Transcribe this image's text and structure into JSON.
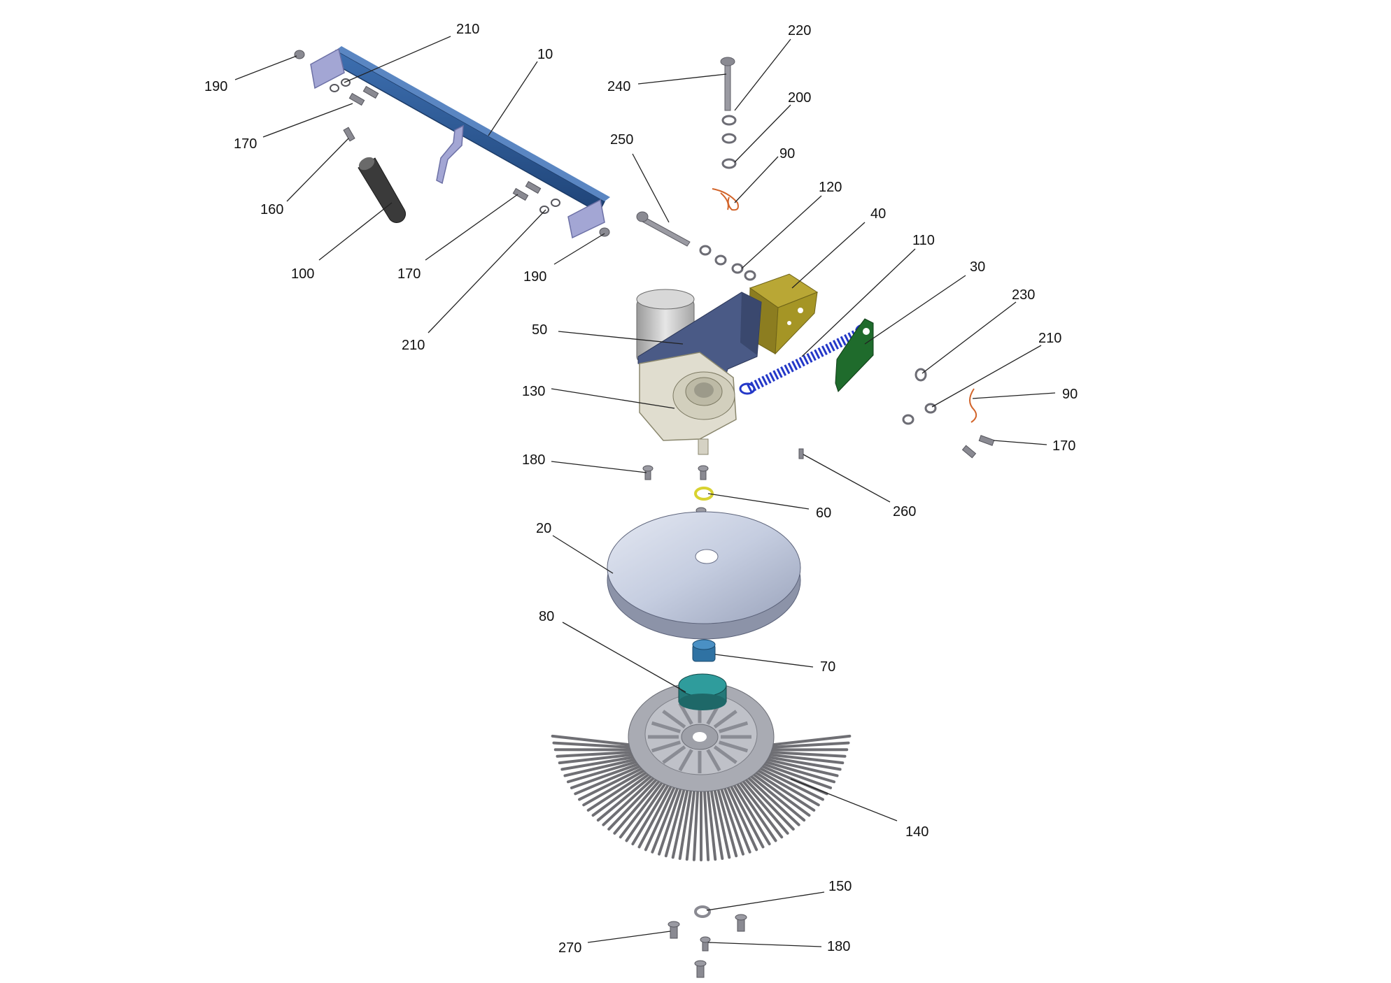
{
  "diagram": {
    "callouts": [
      {
        "id": "c190a",
        "text": "190"
      },
      {
        "id": "c210a",
        "text": "210"
      },
      {
        "id": "c10",
        "text": "10"
      },
      {
        "id": "c170a",
        "text": "170"
      },
      {
        "id": "c160",
        "text": "160"
      },
      {
        "id": "c100",
        "text": "100"
      },
      {
        "id": "c170b",
        "text": "170"
      },
      {
        "id": "c190b",
        "text": "190"
      },
      {
        "id": "c210b",
        "text": "210"
      },
      {
        "id": "c220",
        "text": "220"
      },
      {
        "id": "c240",
        "text": "240"
      },
      {
        "id": "c200",
        "text": "200"
      },
      {
        "id": "c250",
        "text": "250"
      },
      {
        "id": "c90a",
        "text": "90"
      },
      {
        "id": "c120",
        "text": "120"
      },
      {
        "id": "c40",
        "text": "40"
      },
      {
        "id": "c110",
        "text": "110"
      },
      {
        "id": "c30",
        "text": "30"
      },
      {
        "id": "c230",
        "text": "230"
      },
      {
        "id": "c210c",
        "text": "210"
      },
      {
        "id": "c90b",
        "text": "90"
      },
      {
        "id": "c170c",
        "text": "170"
      },
      {
        "id": "c50",
        "text": "50"
      },
      {
        "id": "c130",
        "text": "130"
      },
      {
        "id": "c180a",
        "text": "180"
      },
      {
        "id": "c60",
        "text": "60"
      },
      {
        "id": "c260",
        "text": "260"
      },
      {
        "id": "c20",
        "text": "20"
      },
      {
        "id": "c80",
        "text": "80"
      },
      {
        "id": "c70",
        "text": "70"
      },
      {
        "id": "c140",
        "text": "140"
      },
      {
        "id": "c150",
        "text": "150"
      },
      {
        "id": "c270",
        "text": "270"
      },
      {
        "id": "c180b",
        "text": "180"
      }
    ],
    "colors": {
      "frame_blue": "#2f5c95",
      "bracket_lilac": "#9ea2cf",
      "arm_navy": "#4a5a86",
      "bracket_olive": "#9e8e2a",
      "spring_blue": "#2438c8",
      "plate_green": "#1f6b2c",
      "housing_cream": "#dedccf",
      "motor_gray": "#c9c9c9",
      "disc_silver": "#c8cfe0",
      "hub_teal": "#2a8f8f",
      "bushing_blue": "#2f72a3",
      "ring_yellow": "#d8d230",
      "pin_orange": "#d2642a",
      "bristle_gray": "#6f6f74",
      "brush_plate": "#a9abb3",
      "hardware_gray": "#8a8a92"
    }
  }
}
